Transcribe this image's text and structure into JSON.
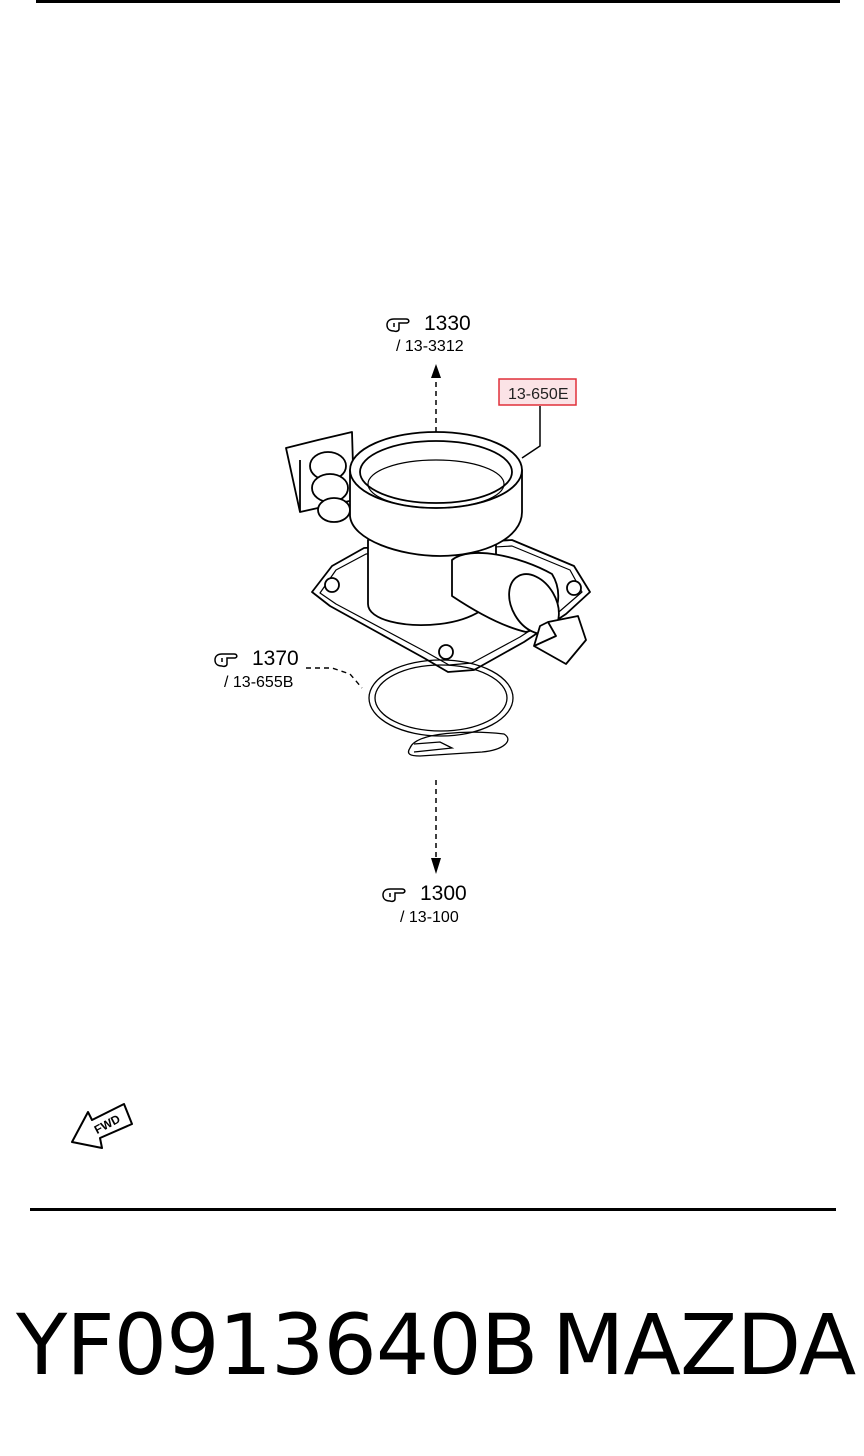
{
  "references": {
    "top": {
      "main": "1330",
      "sub": "/ 13-3312"
    },
    "left": {
      "main": "1370",
      "sub": "/ 13-655B"
    },
    "bottom": {
      "main": "1300",
      "sub": "/ 13-100"
    }
  },
  "part_label": "13-650E",
  "fwd_label": "FWD",
  "footer": {
    "part_number": "YF0913640B",
    "brand": "MAZDA"
  },
  "colors": {
    "highlight_border": "#e0303a",
    "highlight_fill": "#fbe3e6",
    "line": "#000000"
  },
  "icons": {
    "reference": "pointing-hand-icon",
    "direction": "fwd-arrow-icon"
  }
}
